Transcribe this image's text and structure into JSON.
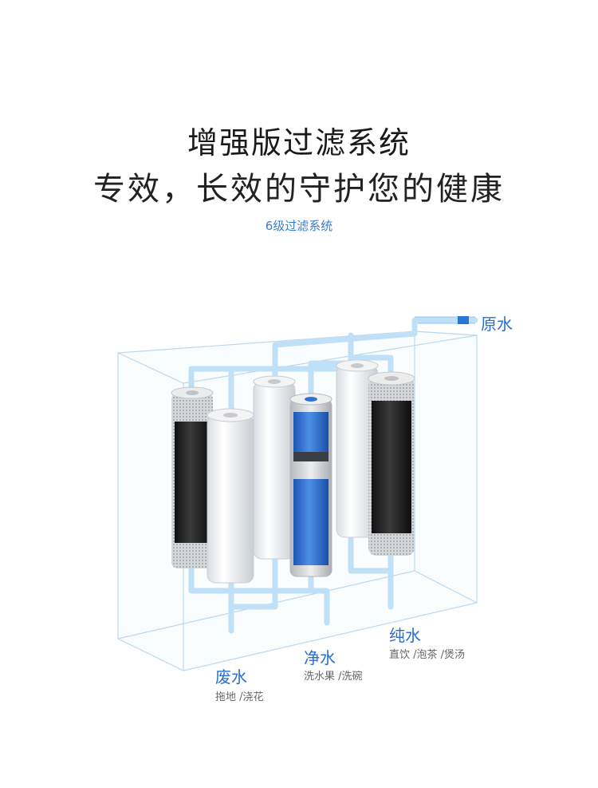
{
  "header": {
    "title": "增强版过滤系统",
    "subtitle": "专效，长效的守护您的健康",
    "tagline": "6级过滤系统"
  },
  "labels": {
    "raw_water": "原水",
    "waste_water": {
      "label": "废水",
      "desc": "拖地 /浇花"
    },
    "clean_water": {
      "label": "净水",
      "desc": "洗水果 /洗碗"
    },
    "pure_water": {
      "label": "纯水",
      "desc": "直饮 /泡茶 /煲汤"
    }
  },
  "colors": {
    "accent": "#2a6fd0",
    "pipe": "#bfe0f7",
    "pipe_edge": "#8ec7ec",
    "box_edge": "#b9d9ef"
  }
}
